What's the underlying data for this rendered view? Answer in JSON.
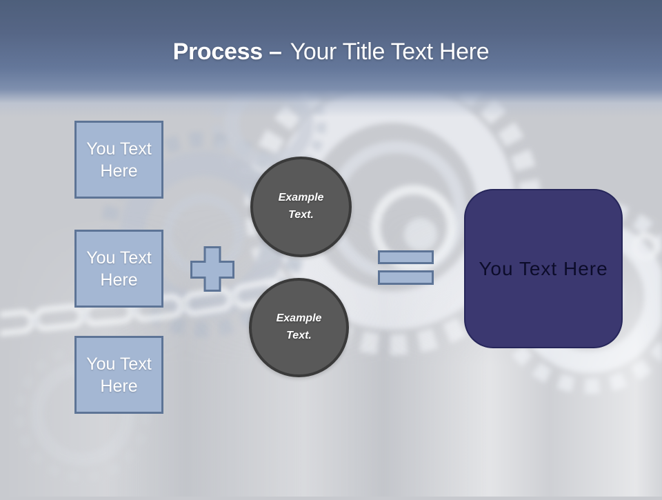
{
  "slide": {
    "title": {
      "bold": "Process –",
      "rest": "Your Title Text Here"
    },
    "left_boxes": [
      {
        "label": "You Text Here"
      },
      {
        "label": "You Text Here"
      },
      {
        "label": "You Text Here"
      }
    ],
    "operators": {
      "plus": "plus-shape",
      "equals": "equals-shape"
    },
    "circles": [
      {
        "label": "Example Text."
      },
      {
        "label": "Example Text."
      }
    ],
    "result_box": {
      "label": "You Text Here"
    },
    "colors": {
      "header_top": "#4e5f7b",
      "header_bottom": "#8193b1",
      "canvas_background": "#c8cacf",
      "shape_fill": "#a4b7d3",
      "shape_border": "#5d7496",
      "circle_fill": "#595959",
      "circle_border": "#3a3a3a",
      "result_fill": "#3b3870",
      "result_border": "#26265a",
      "title_text": "#ffffff",
      "box_text": "#ffffff",
      "circle_text": "#ffffff",
      "result_text": "#0c0c2a"
    }
  }
}
